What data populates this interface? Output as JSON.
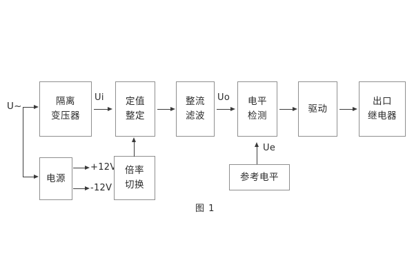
{
  "diagram": {
    "caption": "图 1",
    "blocks": [
      {
        "id": "isolation-transformer",
        "lines": [
          "隔离",
          "变压器"
        ]
      },
      {
        "id": "setting-adjust",
        "lines": [
          "定值",
          "整定"
        ]
      },
      {
        "id": "rectify-filter",
        "lines": [
          "整流",
          "滤波"
        ]
      },
      {
        "id": "level-detect",
        "lines": [
          "电平",
          "检测"
        ]
      },
      {
        "id": "drive",
        "lines": [
          "驱动"
        ]
      },
      {
        "id": "output-relay",
        "lines": [
          "出口",
          "继电器"
        ]
      },
      {
        "id": "power-supply",
        "lines": [
          "电源"
        ]
      },
      {
        "id": "multiplier-switch",
        "lines": [
          "倍率",
          "切换"
        ]
      },
      {
        "id": "reference-level",
        "lines": [
          "参考电平"
        ]
      }
    ],
    "signals": {
      "input": "U~",
      "ui": "Ui",
      "uo": "Uo",
      "ue": "Ue",
      "rail_positive": "+12V",
      "rail_negative": "-12V"
    },
    "colors": {
      "block_border": "#8d8d8d",
      "wire": "#3a3a3a",
      "text": "#2a2a2a",
      "background": "#ffffff"
    }
  }
}
